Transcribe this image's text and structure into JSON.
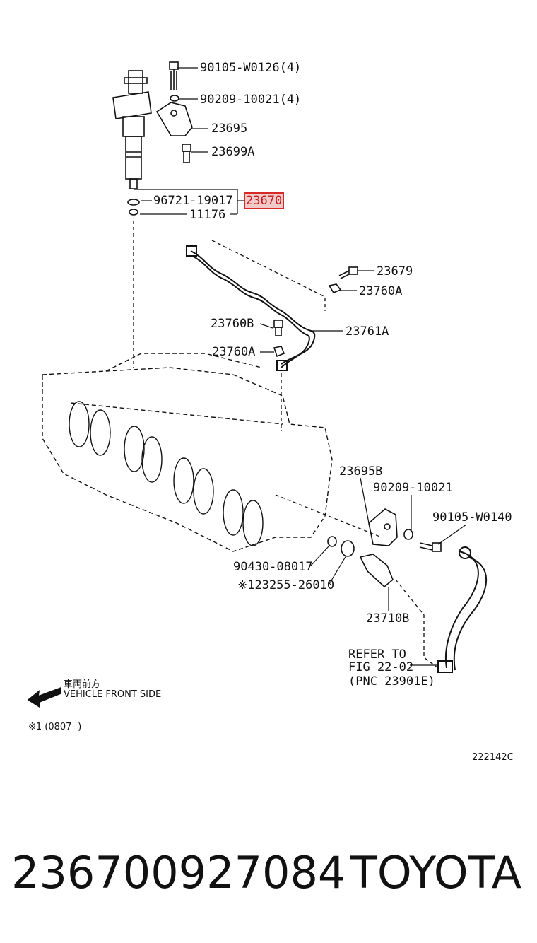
{
  "callouts": {
    "bolt_upper": "90105-W0126(4)",
    "washer_upper": "90209-10021(4)",
    "clamp": "23695",
    "injector_stud": "23699A",
    "oring": "96721-19017",
    "injector_assy": "23670",
    "gasket": "11176",
    "bolt_pipe": "23679",
    "clip_right": "23760A",
    "bolt_pipe_b": "23760B",
    "leak_pipe": "23761A",
    "clip_left": "23760A",
    "bracket_b": "23695B",
    "washer_lower": "90209-10021",
    "bolt_lower": "90105-W0140",
    "gasket_lower": "90430-08017",
    "oil_seal": "※123255-26010",
    "union": "23710B",
    "refer_line1": "REFER TO",
    "refer_line2": "FIG 22-02",
    "refer_line3": "(PNC 23901E)"
  },
  "front_label_jp": "車両前方",
  "front_label_en": "VEHICLE FRONT SIDE",
  "note": "※1 (0807-      )",
  "figure_code": "222142C",
  "footer": {
    "part_number": "236700927084",
    "brand": "TOYOTA"
  },
  "colors": {
    "highlight_border": "#d62a2a",
    "highlight_fill": "#f3c9c9",
    "line": "#111111"
  }
}
